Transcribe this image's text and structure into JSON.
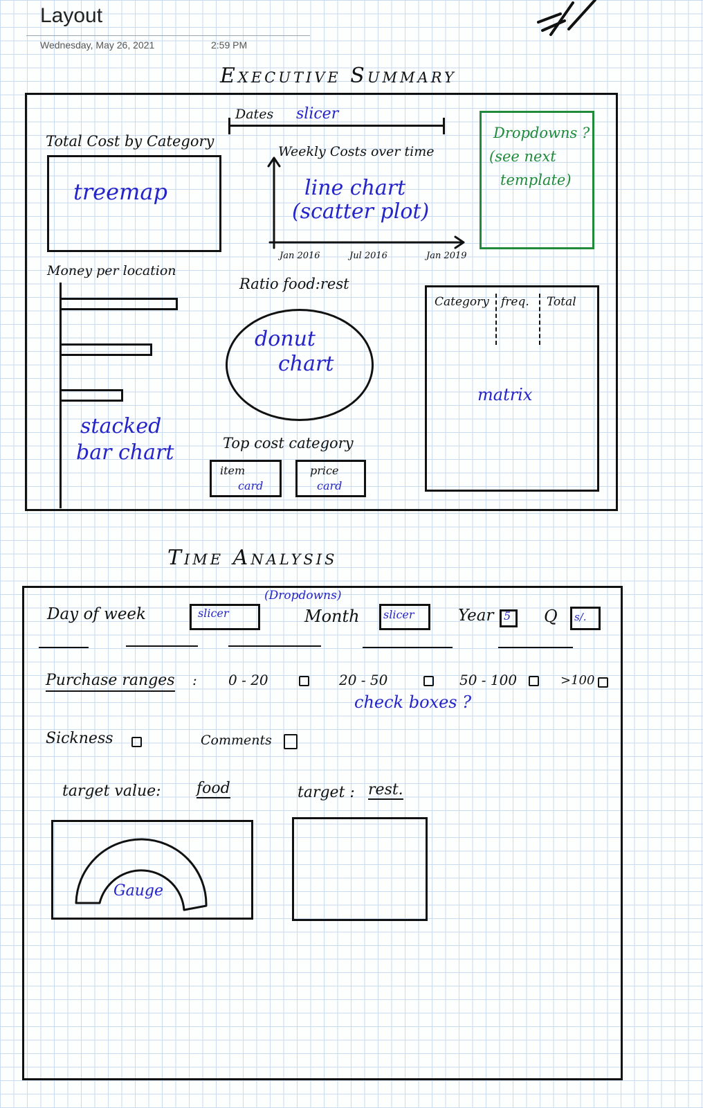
{
  "header": {
    "title": "Layout",
    "date": "Wednesday, May 26, 2021",
    "time": "2:59 PM"
  },
  "executive_summary": {
    "heading": "Executive Summary",
    "dates_slicer": {
      "label": "Dates",
      "note": "slicer"
    },
    "treemap": {
      "title": "Total Cost by Category",
      "note": "treemap"
    },
    "line_chart": {
      "title": "Weekly Costs over time",
      "note_line1": "line chart",
      "note_line2": "(scatter plot)",
      "x_ticks": [
        "Jan 2016",
        "Jul 2016",
        "Jan 2019"
      ]
    },
    "dropdowns_note": {
      "line1": "Dropdowns ?",
      "line2": "(see next",
      "line3": "template)"
    },
    "bar_chart": {
      "title": "Money per location",
      "note_line1": "stacked",
      "note_line2": "bar chart",
      "bars": [
        1.0,
        0.78,
        0.53
      ]
    },
    "donut": {
      "title": "Ratio food:rest",
      "note_line1": "donut",
      "note_line2": "chart"
    },
    "matrix": {
      "columns": [
        "Category",
        "freq.",
        "Total"
      ],
      "note": "matrix"
    },
    "cards": {
      "title": "Top cost category",
      "item_label": "item",
      "item_note": "card",
      "price_label": "price",
      "price_note": "card"
    }
  },
  "time_analysis": {
    "heading": "Time Analysis",
    "dropdowns_note": "(Dropdowns)",
    "day_of_week": {
      "label": "Day of week",
      "slicer": "slicer"
    },
    "month": {
      "label": "Month",
      "slicer": "slicer"
    },
    "year": {
      "label": "Year",
      "value": "5"
    },
    "quarter": {
      "label": "Q",
      "value": "s/."
    },
    "purchase_ranges": {
      "label": "Purchase ranges",
      "colon": ":",
      "options": [
        "0 - 20",
        "20 - 50",
        "50 - 100",
        ">100"
      ],
      "note": "check boxes ?"
    },
    "sickness": {
      "label": "Sickness"
    },
    "comments": {
      "label": "Comments"
    },
    "target_food": {
      "label": "target value:",
      "value": "food",
      "note": "Gauge"
    },
    "target_rest": {
      "label": "target :",
      "value": "rest."
    }
  }
}
